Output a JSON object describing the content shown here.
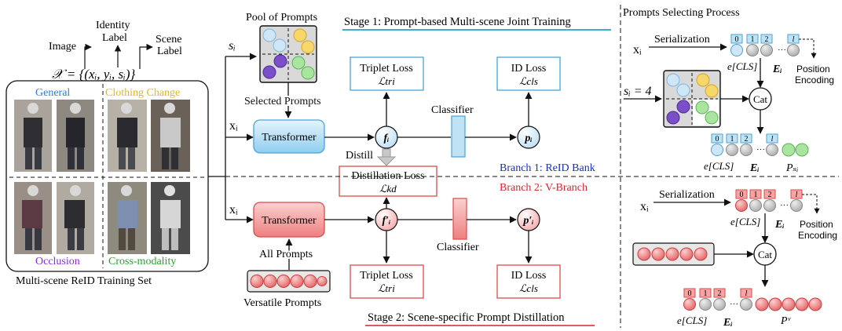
{
  "colors": {
    "blue_box": "#bfe3f5",
    "blue_border": "#4aa3d6",
    "red_box": "#f7a3a3",
    "red_border": "#d94b4b",
    "stage1_underline": "#3bb0c9",
    "stage2_underline": "#e05a5a",
    "branch1_text": "#1a2fc0",
    "branch2_text": "#d42a2a",
    "general": "#2a7fd4",
    "clothing": "#e8b51e",
    "occlusion": "#8a2be2",
    "cross": "#2ca02c",
    "prompt_blue": "#cfe6f7",
    "prompt_yellow": "#f7d76a",
    "prompt_purple": "#7b4fc9",
    "prompt_green": "#a8e6a0",
    "gray_token": "#bdbdbd"
  },
  "left": {
    "image_label": "Image",
    "identity_label_1": "Identity",
    "identity_label_2": "Label",
    "scene_label_1": "Scene",
    "scene_label_2": "Label",
    "dataset_formula": "𝒳 = {(xᵢ, yᵢ, sᵢ)}",
    "quadrants": {
      "general": "General",
      "clothing": "Clothing Change",
      "occlusion": "Occlusion",
      "cross": "Cross-modality"
    },
    "caption": "Multi-scene ReID Training Set"
  },
  "stage1": {
    "title": "Stage 1: Prompt-based Multi-scene Joint Training",
    "pool_title": "Pool of Prompts",
    "s_input": "sᵢ",
    "selected_prompts": "Selected Prompts",
    "x_input": "xᵢ",
    "transformer": "Transformer",
    "feature": "fᵢ",
    "triplet_loss": "Triplet Loss",
    "triplet_sub": "ℒtri",
    "classifier": "Classifier",
    "prob": "pᵢ",
    "id_loss": "ID Loss",
    "id_sub": "ℒcls",
    "distill": "Distill",
    "distill_loss": "Distillation Loss",
    "distill_sub": "ℒkd",
    "branch1": "Branch 1: ReID Bank"
  },
  "stage2": {
    "title": "Stage 2: Scene-specific Prompt Distillation",
    "branch2": "Branch 2: V-Branch",
    "x_input": "xᵢ",
    "transformer": "Transformer",
    "feature": "f′ᵢ",
    "prob": "p′ᵢ",
    "classifier": "Classifier",
    "all_prompts": "All Prompts",
    "versatile": "Versatile Prompts",
    "triplet_loss": "Triplet Loss",
    "triplet_sub": "ℒtri",
    "id_loss": "ID Loss",
    "id_sub": "ℒcls"
  },
  "right": {
    "title": "Prompts Selecting Process",
    "serialization": "Serialization",
    "x_input": "xᵢ",
    "token_0": "0",
    "token_1": "1",
    "token_2": "2",
    "token_l": "l",
    "e_cls": "e[CLS]",
    "E_i": "Eᵢ",
    "position_1": "Position",
    "position_2": "Encoding",
    "s_eq": "sᵢ = 4",
    "cat": "Cat",
    "P_si": "Pₛᵢ",
    "P_v": "Pᵛ"
  }
}
